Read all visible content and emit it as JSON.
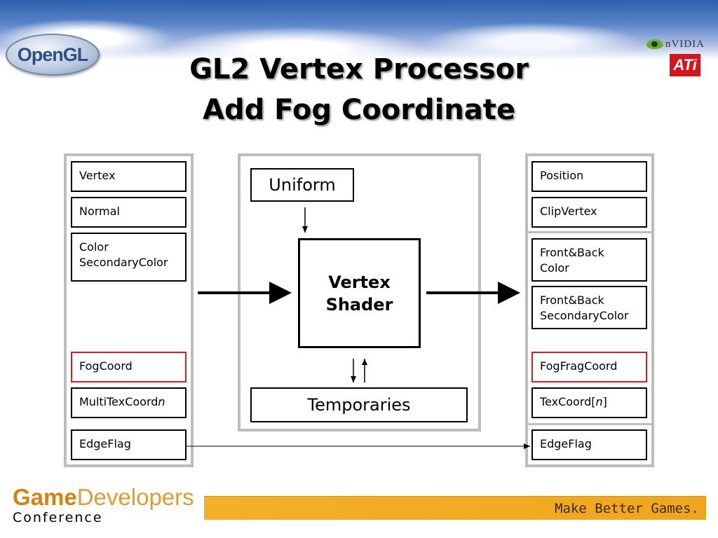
{
  "header": {
    "title_line1": "GL2 Vertex Processor",
    "title_line2": "Add Fog Coordinate",
    "logos": {
      "opengl": "OpenGL",
      "nvidia": "nVIDIA",
      "ati": "ATi"
    }
  },
  "inputs": {
    "vertex": "Vertex",
    "normal": "Normal",
    "color_line1": "Color",
    "color_line2": "SecondaryColor",
    "fogcoord": "FogCoord",
    "multitexcoord": "MultiTexCoord",
    "multitexcoord_suffix": "n",
    "edgeflag": "EdgeFlag"
  },
  "center": {
    "uniform": "Uniform",
    "shader_line1": "Vertex",
    "shader_line2": "Shader",
    "temporaries": "Temporaries"
  },
  "outputs": {
    "position": "Position",
    "clipvertex": "ClipVertex",
    "frontback_color_line1": "Front&Back",
    "frontback_color_line2": "Color",
    "frontback_secondary_line1": "Front&Back",
    "frontback_secondary_line2": "SecondaryColor",
    "fogfragcoord": "FogFragCoord",
    "texcoord_prefix": "TexCoord[",
    "texcoord_var": "n",
    "texcoord_suffix": "]",
    "edgeflag": "EdgeFlag"
  },
  "footer": {
    "brand_game": "Game",
    "brand_developers": "Developers",
    "brand_conference": "Conference",
    "tagline": "Make Better Games."
  },
  "colors": {
    "panel_border": "#bdbdbd",
    "highlight": "#d62020",
    "footer_bar": "#f1a61a"
  }
}
